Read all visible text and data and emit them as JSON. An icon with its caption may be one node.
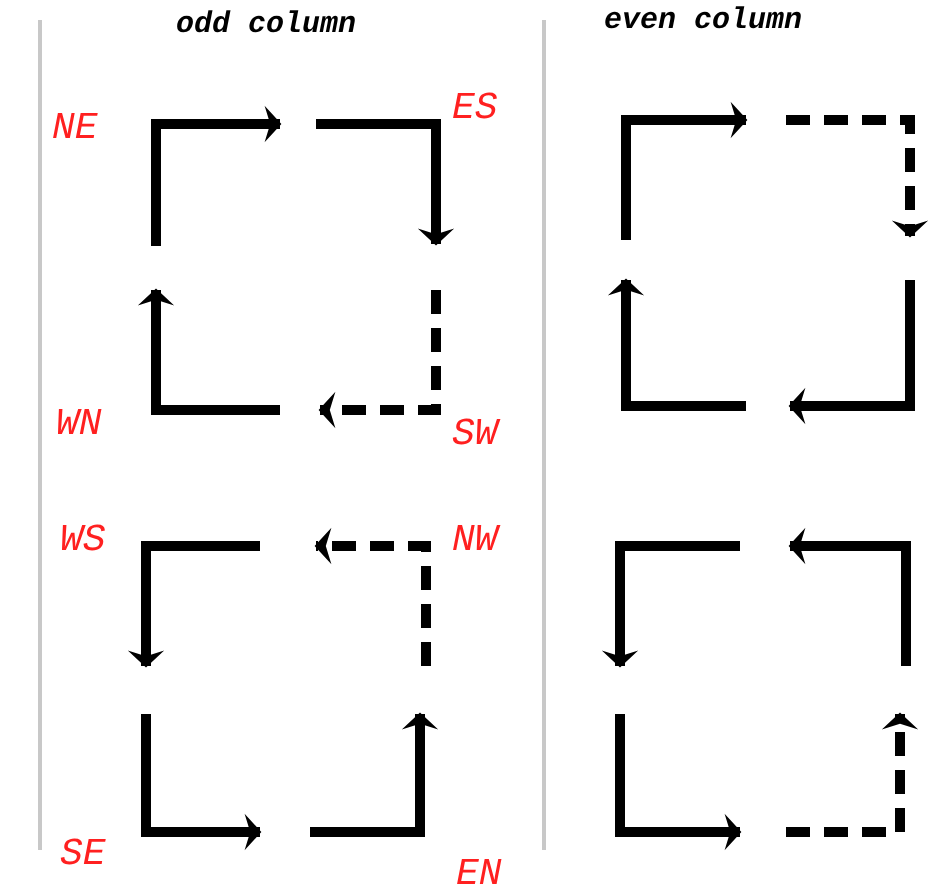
{
  "diagram": {
    "labels": [
      "odd column",
      "even column",
      "NE",
      "ES",
      "WN",
      "SW",
      "WS",
      "NW",
      "SE",
      "EN"
    ]
  }
}
